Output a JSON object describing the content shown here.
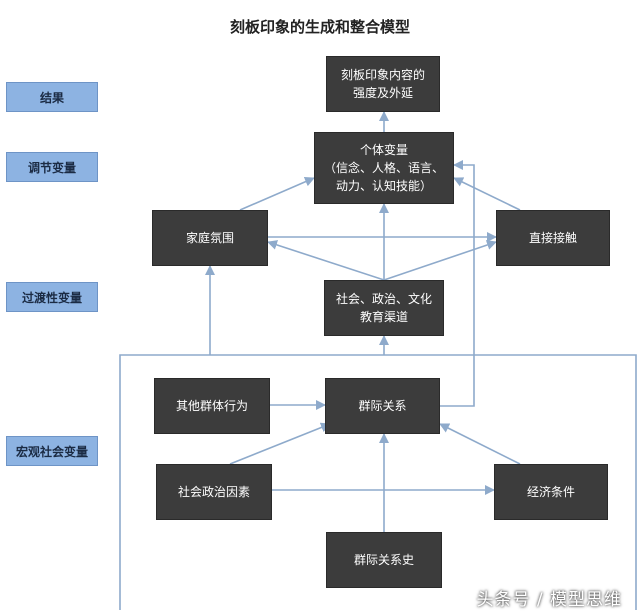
{
  "title": "刻板印象的生成和整合模型",
  "row_labels": {
    "result": "结果",
    "moderator": "调节变量",
    "transitional": "过渡性变量",
    "macro": "宏观社会变量"
  },
  "nodes": {
    "outcome": "刻板印象内容的\n强度及外延",
    "individual": "个体变量\n（信念、人格、语言、\n动力、认知技能）",
    "family": "家庭氛围",
    "direct": "直接接触",
    "social_channel": "社会、政治、文化\n教育渠道",
    "other_group": "其他群体行为",
    "intergroup": "群际关系",
    "sociopolitical": "社会政治因素",
    "economic": "经济条件",
    "history": "群际关系史"
  },
  "watermark": "头条号 / 模型思维",
  "colors": {
    "node_fill": "#3c3c3c",
    "label_fill": "#8db3e2",
    "arrow": "#8eaacb"
  }
}
